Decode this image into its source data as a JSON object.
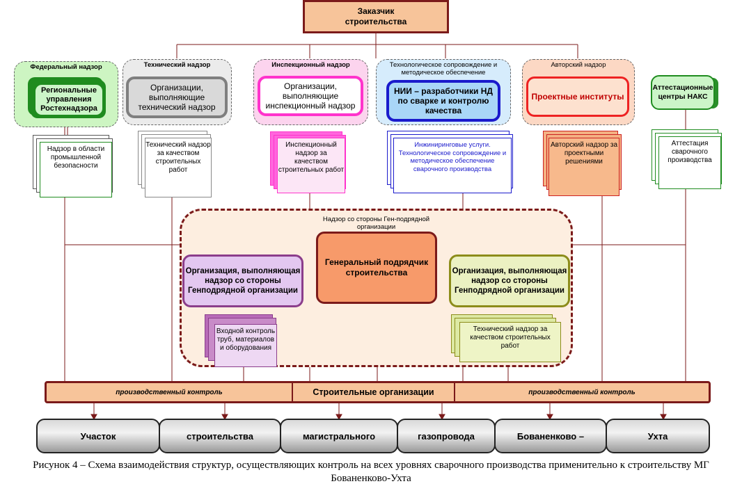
{
  "customer": "Заказчик строительства",
  "zones": {
    "federal": "Федеральный надзор",
    "technical": "Технический надзор",
    "inspection": "Инспекционный надзор",
    "tech_support": "Технологическое сопровождение и методическое обеспечение",
    "author": "Авторский надзор",
    "gen_contractor": "Надзор со стороны Ген-подрядной организации"
  },
  "boxes": {
    "regional": "Региональные управления Ростехнадзора",
    "tech_org": "Организации, выполняющие технический надзор",
    "insp_org": "Организации, выполняющие инспекционный надзор",
    "nii": "НИИ – разработчики НД по сварке и контролю качества",
    "project": "Проектные институты",
    "naks": "Аттестационные центры НАКС",
    "gen_contractor": "Генеральный подрядчик строительства",
    "gc_org_left": "Организация, выполняющая надзор со стороны Генподрядной организации",
    "gc_org_right": "Организация, выполняющая надзор со стороны Генподрядной организации"
  },
  "docs": {
    "industrial": "Надзор в области промышленной безопасности",
    "tech": "Технический надзор за качеством строительных работ",
    "insp": "Инспекционный надзор за качеством строительных работ",
    "engineering": "Инжиниринговые услуги. Технологическое сопровождение и методическое обеспечение сварочного производства",
    "author": "Авторский надзор за проектными решениями",
    "attestation": "Аттестация сварочного производства",
    "incoming": "Входной контроль труб, материалов и оборудования",
    "tech_gc": "Технический надзор за качеством строительных работ"
  },
  "bar": {
    "left": "производственный контроль",
    "center": "Строительные организации",
    "right": "производственный контроль"
  },
  "pipeline": [
    "Участок",
    "строительства",
    "магистрального",
    "газопровода",
    "Бованенково –",
    "Ухта"
  ],
  "caption": "Рисунок 4 – Схема взаимодействия структур, осуществляющих контроль на всех уровнях сварочного производства применительно к строительству МГ Бованенково-Ухта",
  "colors": {
    "maroon": "#7b1a1a",
    "green": "#33aa33",
    "magenta": "#ff33cc",
    "blue": "#1a1acc",
    "red": "#ee2222",
    "olive": "#8c8c1a",
    "purple": "#8b3d8b",
    "orange": "#f4c49a"
  }
}
